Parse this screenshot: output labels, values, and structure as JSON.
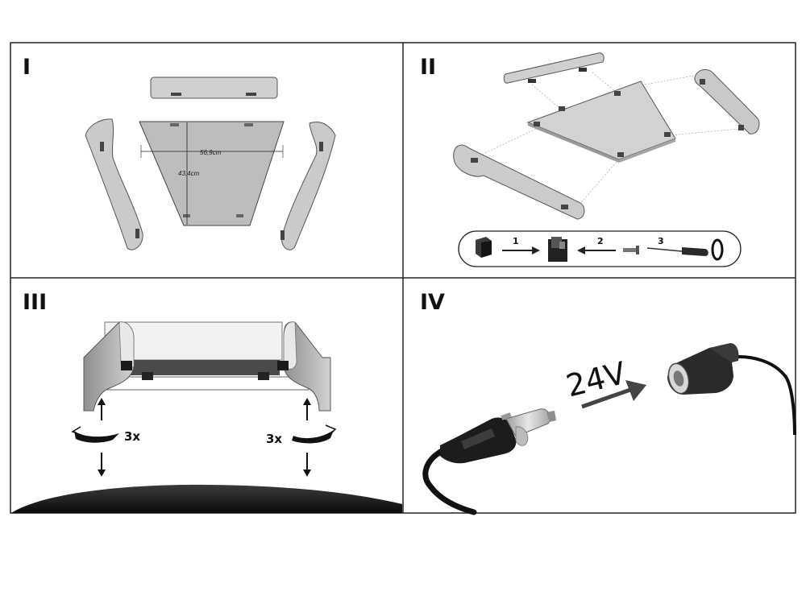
{
  "panels": [
    {
      "numeral": "I",
      "dimensions": {
        "width_label": "56,9cm",
        "height_label": "43,4cm"
      }
    },
    {
      "numeral": "II",
      "steps": [
        "1",
        "2",
        "3"
      ]
    },
    {
      "numeral": "III",
      "turns_left": "3x",
      "turns_right": "3x"
    },
    {
      "numeral": "IV",
      "voltage": "24V"
    }
  ]
}
